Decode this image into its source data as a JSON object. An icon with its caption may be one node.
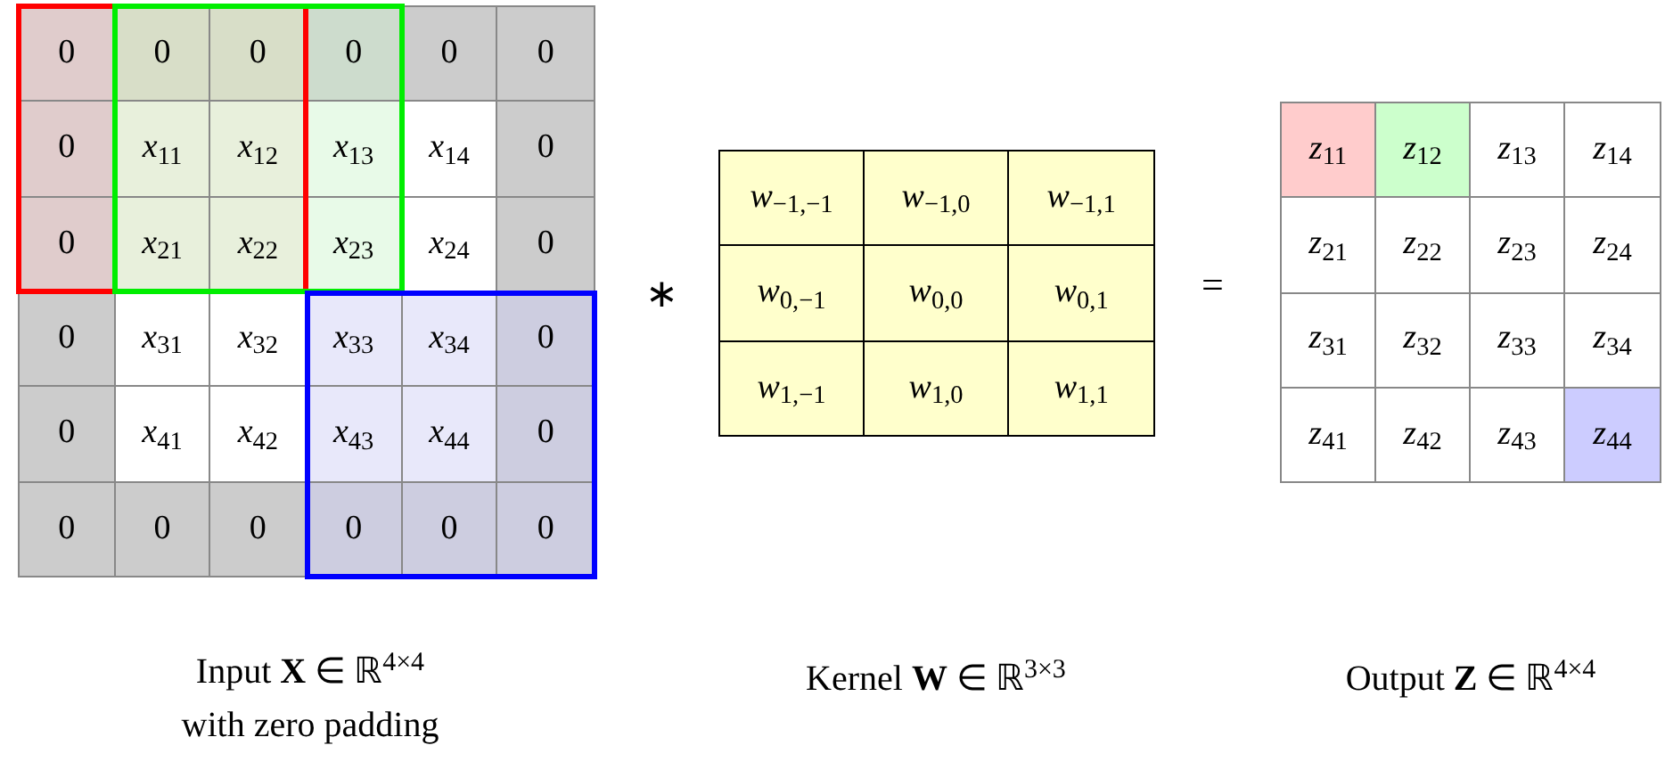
{
  "diagram": {
    "nodes": [
      {
        "text": [],
        "shape": "box"
      },
      {
        "text": [
          "0"
        ],
        "in": 0
      },
      {
        "text": [
          "0"
        ],
        "in": 0
      },
      {
        "text": [
          "0"
        ],
        "in": 0
      },
      {
        "text": [
          "0"
        ],
        "in": 0
      },
      {
        "text": [
          "0"
        ],
        "in": 0
      },
      {
        "text": [
          "0"
        ],
        "in": 0
      },
      {
        "text": [
          "0"
        ],
        "in": 0
      },
      {
        "text": [
          "*x*$_{11}$"
        ],
        "in": 0
      },
      {
        "text": [
          "*x*$_{12}$"
        ],
        "in": 0
      },
      {
        "text": [
          "*x*$_{13}$"
        ],
        "in": 0
      },
      {
        "text": [
          "*x*$_{14}$"
        ],
        "in": 0
      },
      {
        "text": [
          "0"
        ],
        "in": 0
      },
      {
        "text": [
          "0"
        ],
        "in": 0
      },
      {
        "text": [
          "*x*$_{21}$"
        ],
        "in": 0
      },
      {
        "text": [
          "*x*$_{22}$"
        ],
        "in": 0
      },
      {
        "text": [
          "*x*$_{23}$"
        ],
        "in": 0
      },
      {
        "text": [
          "*x*$_{24}$"
        ],
        "in": 0
      },
      {
        "text": [
          "0"
        ],
        "in": 0
      },
      {
        "text": [
          "0"
        ],
        "in": 0
      },
      {
        "text": [
          "*x*$_{31}$"
        ],
        "in": 0
      },
      {
        "text": [
          "*x*$_{32}$"
        ],
        "in": 0
      },
      {
        "text": [
          "*x*$_{33}$"
        ],
        "in": 0
      },
      {
        "text": [
          "*x*$_{34}$"
        ],
        "in": 0
      },
      {
        "text": [
          "0"
        ],
        "in": 0
      },
      {
        "text": [
          "0"
        ],
        "in": 0
      },
      {
        "text": [
          "*x*$_{41}$"
        ],
        "in": 0
      },
      {
        "text": [
          "*x*$_{42}$"
        ],
        "in": 0
      },
      {
        "text": [
          "*x*$_{43}$"
        ],
        "in": 0
      },
      {
        "text": [
          "*x*$_{44}$"
        ],
        "in": 0
      },
      {
        "text": [
          "0"
        ],
        "in": 0
      },
      {
        "text": [
          "0"
        ],
        "in": 0
      },
      {
        "text": [
          "0"
        ],
        "in": 0
      },
      {
        "text": [
          "0"
        ],
        "in": 0
      },
      {
        "text": [
          "0"
        ],
        "in": 0
      },
      {
        "text": [
          "0"
        ],
        "in": 0
      },
      {
        "text": [
          "0"
        ],
        "in": 0
      },
      {
        "text": [],
        "shape": "box"
      },
      {
        "text": [
          "*w*$_{−1,−1}$"
        ],
        "in": 37
      },
      {
        "text": [
          "*w*$_{−1,0}$"
        ],
        "in": 37
      },
      {
        "text": [
          "*w*$_{−1,1}$"
        ],
        "in": 37
      },
      {
        "text": [
          "*w*$_{0,−1}$"
        ],
        "in": 37
      },
      {
        "text": [
          "*w*$_{0,0}$"
        ],
        "in": 37
      },
      {
        "text": [
          "*w*$_{0,1}$"
        ],
        "in": 37
      },
      {
        "text": [
          "*w*$_{1,−1}$"
        ],
        "in": 37
      },
      {
        "text": [
          "*w*$_{1,0}$"
        ],
        "in": 37
      },
      {
        "text": [
          "*w*$_{1,1}$"
        ],
        "in": 37
      },
      {
        "text": [],
        "shape": "box"
      },
      {
        "text": [
          "*z*$_{11}$"
        ],
        "in": 47
      },
      {
        "text": [
          "*z*$_{12}$"
        ],
        "in": 47
      },
      {
        "text": [
          "*z*$_{13}$"
        ],
        "in": 47
      },
      {
        "text": [
          "*z*$_{14}$"
        ],
        "in": 47
      },
      {
        "text": [
          "*z*$_{21}$"
        ],
        "in": 47
      },
      {
        "text": [
          "*z*$_{22}$"
        ],
        "in": 47
      },
      {
        "text": [
          "*z*$_{23}$"
        ],
        "in": 47
      },
      {
        "text": [
          "*z*$_{24}$"
        ],
        "in": 47
      },
      {
        "text": [
          "*z*$_{31}$"
        ],
        "in": 47
      },
      {
        "text": [
          "*z*$_{32}$"
        ],
        "in": 47
      },
      {
        "text": [
          "*z*$_{33}$"
        ],
        "in": 47
      },
      {
        "text": [
          "*z*$_{34}$"
        ],
        "in": 47
      },
      {
        "text": [
          "*z*$_{41}$"
        ],
        "in": 47
      },
      {
        "text": [
          "*z*$_{42}$"
        ],
        "in": 47
      },
      {
        "text": [
          "*z*$_{43}$"
        ],
        "in": 47
      },
      {
        "text": [
          "*z*$_{44}$"
        ],
        "in": 47
      }
    ],
    "labels": [
      "∗",
      "=",
      "Input **X** ∈ ℝ$^{4×4}$ with zero padding",
      "Kernel **W** ∈ ℝ$^{3×3}$",
      "Output **Z** ∈ ℝ$^{4×4}$"
    ]
  }
}
